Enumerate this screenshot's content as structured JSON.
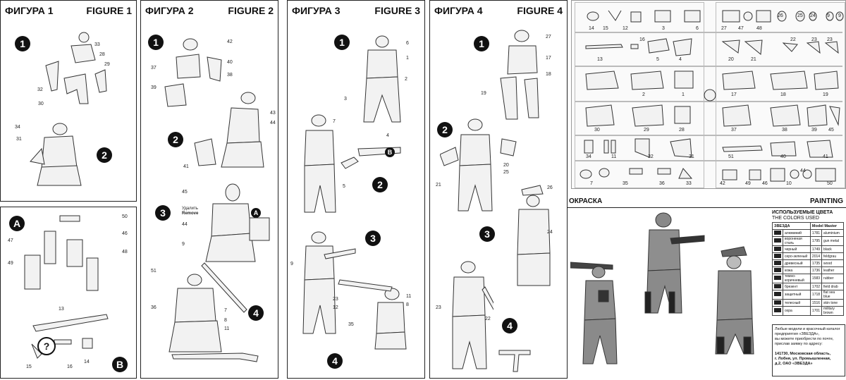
{
  "figure1": {
    "title_ru": "ФИГУРА 1",
    "title_en": "FIGURE 1",
    "steps": [
      "1",
      "2"
    ],
    "parts": [
      "33",
      "28",
      "29",
      "32",
      "30",
      "34",
      "31"
    ]
  },
  "figure2": {
    "title_ru": "ФИГУРА 2",
    "title_en": "FIGURE 2",
    "steps": [
      "1",
      "2",
      "3",
      "4"
    ],
    "remove_ru": "Удалить",
    "remove_en": "Remove",
    "parts": [
      "42",
      "37",
      "40",
      "38",
      "39",
      "43",
      "44",
      "41",
      "45",
      "44",
      "9",
      "51",
      "36",
      "7",
      "8",
      "11"
    ],
    "marker_a": "A"
  },
  "figure3": {
    "title_ru": "ФИГУРА 3",
    "title_en": "FIGURE 3",
    "steps": [
      "1",
      "2",
      "3",
      "4"
    ],
    "parts": [
      "6",
      "1",
      "2",
      "3",
      "7",
      "4",
      "5",
      "9",
      "23",
      "12",
      "11",
      "8",
      "35"
    ],
    "marker_b": "B"
  },
  "figure4": {
    "title_ru": "ФИГУРА 4",
    "title_en": "FIGURE 4",
    "steps": [
      "1",
      "2",
      "3",
      "4"
    ],
    "parts": [
      "27",
      "17",
      "18",
      "19",
      "20",
      "25",
      "21",
      "26",
      "24",
      "23",
      "22"
    ]
  },
  "assembly_ab": {
    "marker_a": "A",
    "marker_b": "B",
    "parts": [
      "50",
      "47",
      "46",
      "48",
      "49",
      "13",
      "15",
      "16",
      "14"
    ],
    "question": "?"
  },
  "sprue": {
    "parts": [
      "14",
      "15",
      "12",
      "3",
      "6",
      "27",
      "47",
      "48",
      "26",
      "25",
      "24",
      "9",
      "9",
      "16",
      "13",
      "5",
      "4",
      "20",
      "21",
      "22",
      "23",
      "23",
      "2",
      "1",
      "17",
      "18",
      "19",
      "30",
      "29",
      "28",
      "37",
      "38",
      "39",
      "45",
      "34",
      "11",
      "32",
      "31",
      "51",
      "40",
      "41",
      "7",
      "35",
      "36",
      "33",
      "42",
      "49",
      "46",
      "44",
      "10",
      "50"
    ]
  },
  "painting": {
    "title_ru": "ОКРАСКА",
    "title_en": "PAINTING",
    "colors_title_ru": "ИСПОЛЬЗУЕМЫЕ ЦВЕТА",
    "colors_title_en": "THE COLORS USED",
    "col_zvezda": "ЗВЕЗДА",
    "col_mm": "Model Master",
    "colors": [
      {
        "ru": "алюминий",
        "code": "1781",
        "en": "aluminium"
      },
      {
        "ru": "вороненая сталь",
        "code": "1795",
        "en": "gun metal"
      },
      {
        "ru": "черный",
        "code": "1749",
        "en": "black"
      },
      {
        "ru": "серо-зеленый",
        "code": "2014",
        "en": "feldgrau"
      },
      {
        "ru": "древесный",
        "code": "1735",
        "en": "wood"
      },
      {
        "ru": "кожа",
        "code": "1736",
        "en": "leather"
      },
      {
        "ru": "темно-коричневый",
        "code": "1583",
        "en": "rubber"
      },
      {
        "ru": "брезент",
        "code": "1702",
        "en": "field drab"
      },
      {
        "ru": "защитный",
        "code": "1718",
        "en": "flat sea blue"
      },
      {
        "ru": "телесный",
        "code": "1516",
        "en": "skin tone"
      },
      {
        "ru": "охра",
        "code": "1701",
        "en": "military brown"
      }
    ],
    "note_lines": [
      "Любые модели и красочный каталог",
      "предприятия «ЗВЕЗДА»,",
      "вы можете приобрести по почте,",
      "прислав заявку по адресу:"
    ],
    "address_lines": [
      "141730, Московская область,",
      "г. Лобня, ул. Промышленная,",
      "д.2, ОАО «ЗВЕЗДА»"
    ]
  }
}
